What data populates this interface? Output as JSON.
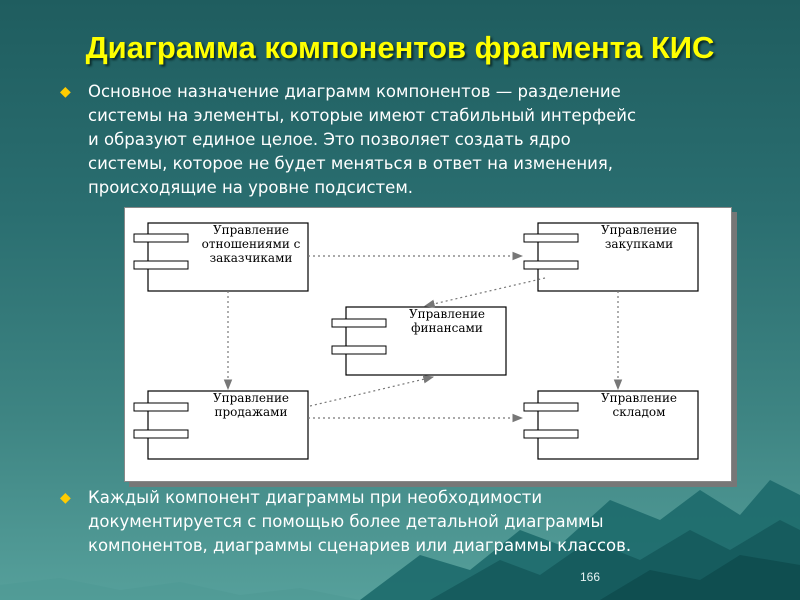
{
  "title": "Диаграмма компонентов фрагмента КИС",
  "bullets": [
    {
      "lines": [
        "Основное назначение диаграмм компонентов — разделение",
        "системы на элементы, которые имеют стабильный интерфейс",
        "и образуют единое целое. Это позволяет создать ядро",
        "системы, которое не будет меняться в ответ на изменения,",
        "происходящие на уровне подсистем."
      ]
    },
    {
      "lines": [
        "Каждый компонент диаграммы при необходимости",
        "документируется с помощью более детальной диаграммы",
        "компонентов, диаграммы сценариев или диаграммы классов."
      ]
    }
  ],
  "components": {
    "customers": [
      "Управление",
      "отношениями с",
      "заказчиками"
    ],
    "purchases": [
      "Управление",
      "закупками"
    ],
    "finance": [
      "Управление",
      "финансами"
    ],
    "sales": [
      "Управление",
      "продажами"
    ],
    "warehouse": [
      "Управление",
      "складом"
    ]
  },
  "page_number": "166",
  "colors": {
    "title": "#ffff00",
    "bullet_marker": "#ffcc00",
    "body_text": "#ffffff"
  }
}
